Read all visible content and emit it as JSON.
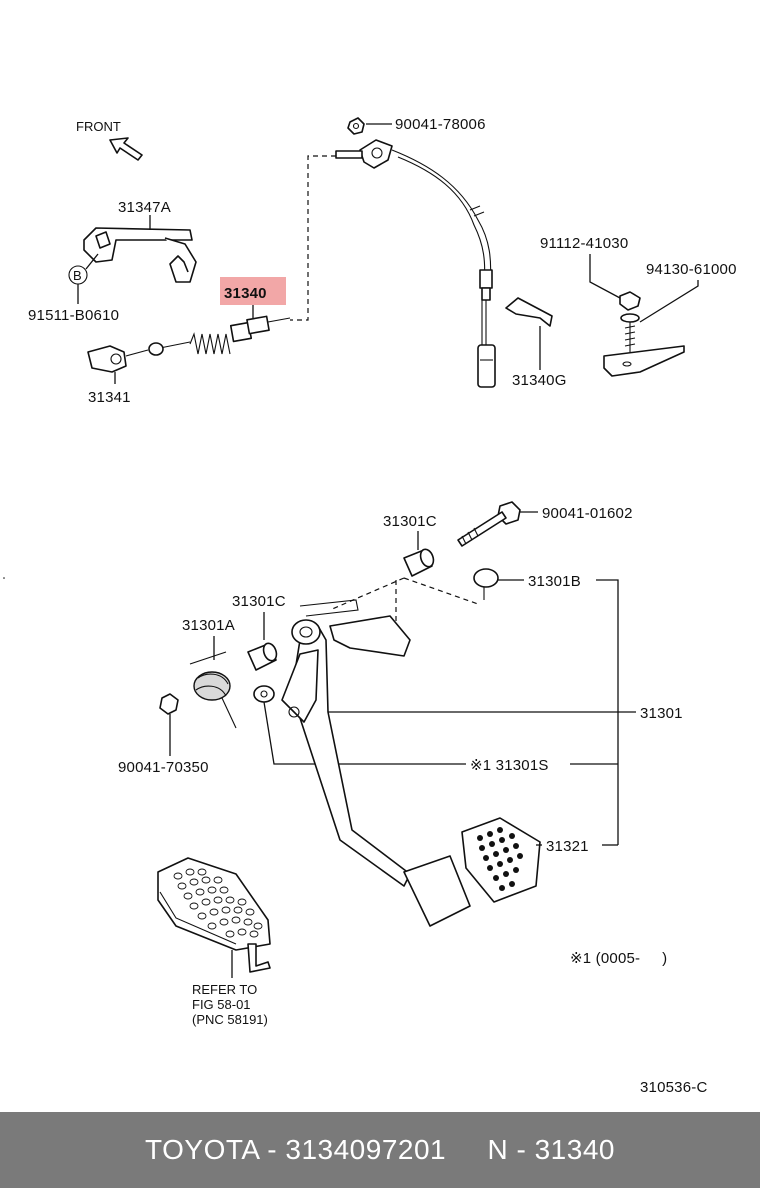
{
  "diagram": {
    "front_label": "FRONT",
    "parts": {
      "p_90041_78006": "90041-78006",
      "p_31347A": "31347A",
      "p_B": "B",
      "p_91511_B0610": "91511-B0610",
      "p_31340": "31340",
      "p_31341": "31341",
      "p_91112_41030": "91112-41030",
      "p_94130_61000": "94130-61000",
      "p_31340G": "31340G",
      "p_31301C_top": "31301C",
      "p_90041_01602": "90041-01602",
      "p_31301B": "31301B",
      "p_31301C_left": "31301C",
      "p_31301A": "31301A",
      "p_31301": "31301",
      "p_90041_70350": "90041-70350",
      "p_31301S": "※1 31301S",
      "p_31321": "31321"
    },
    "note_marker": "※1 (0005-     )",
    "refer": {
      "line1": "REFER TO",
      "line2": "FIG 58-01",
      "line3": "(PNC 58191)"
    },
    "figure_code": "310536-C",
    "highlight_color": "#f2a7a7"
  },
  "footer": {
    "brand": "TOYOTA",
    "part_number": "3134097201",
    "pnc": "N - 31340",
    "text": "TOYOTA - 3134097201     N - 31340"
  }
}
